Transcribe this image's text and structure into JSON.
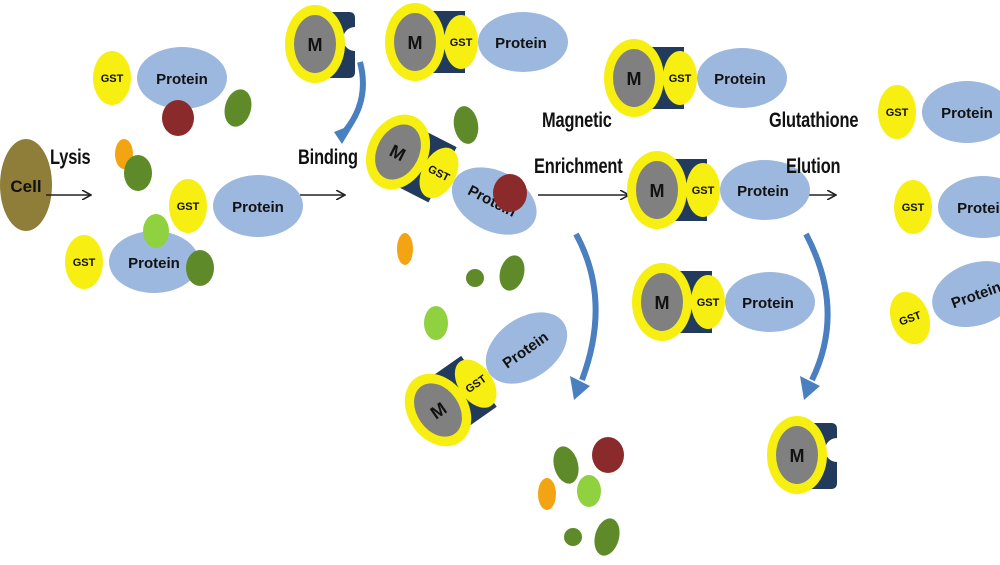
{
  "labels": {
    "cell": "Cell",
    "gst": "GST",
    "protein": "Protein",
    "bead": "M"
  },
  "steps": {
    "lysis": "Lysis",
    "binding": "Binding",
    "magnetic_line1": "Magnetic",
    "magnetic_line2": "Enrichment",
    "glutathione_line1": "Glutathione",
    "glutathione_line2": "Elution"
  },
  "colors": {
    "gst_yellow": "#f7ef12",
    "protein_blue": "#9db8de",
    "bead_ring": "#f7ef12",
    "bead_core": "#808080",
    "bead_holder": "#223a5c",
    "cell_olive": "#8f7d3a",
    "debris_dark_red": "#8b2a2a",
    "debris_olive_green": "#5f8a2a",
    "debris_light_green": "#8fd13f",
    "debris_orange": "#f2a413",
    "arrow_blue": "#4a7fc0",
    "arrow_black": "#222222"
  }
}
